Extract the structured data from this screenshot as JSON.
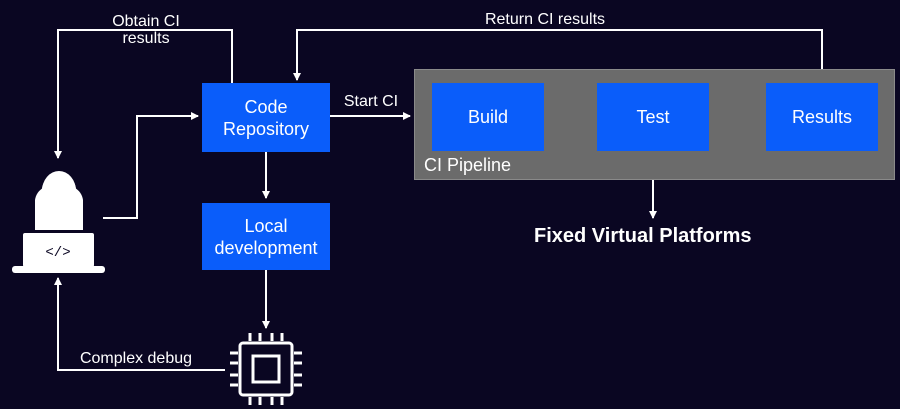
{
  "nodes": {
    "code_repo": "Code\nRepository",
    "local_dev": "Local\ndevelopment",
    "build": "Build",
    "test": "Test",
    "results": "Results"
  },
  "labels": {
    "obtain_ci": "Obtain CI\nresults",
    "return_ci": "Return CI results",
    "start_ci": "Start CI",
    "complex_debug": "Complex debug",
    "ci_pipeline": "CI Pipeline",
    "fixed_virtual_platforms": "Fixed Virtual Platforms"
  },
  "icons": {
    "developer": "developer-laptop-icon",
    "chip": "cpu-chip-icon"
  },
  "colors": {
    "background": "#0a0622",
    "box": "#0a5dfa",
    "pipeline": "#6b6b6b",
    "text": "#ffffff"
  }
}
